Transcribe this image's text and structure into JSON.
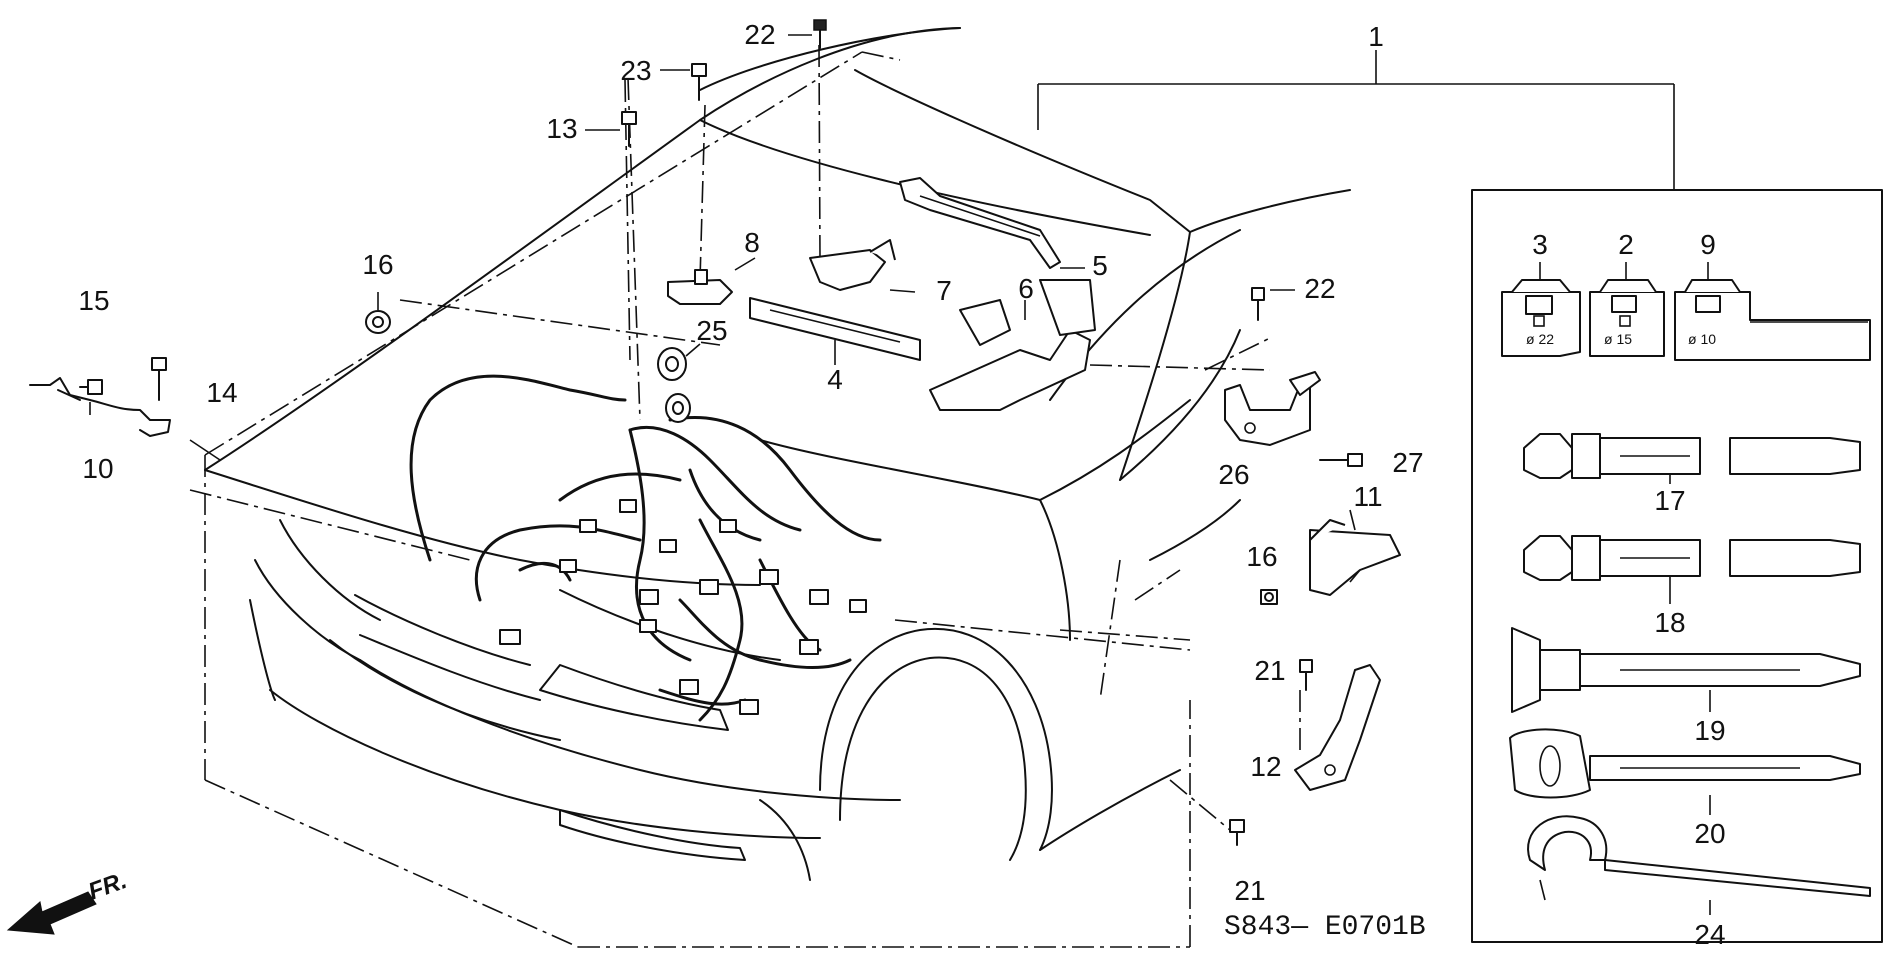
{
  "diagram_code": "S843— E0701B",
  "front_marker": "FR.",
  "callouts": {
    "c1": "1",
    "c2": "2",
    "c3": "3",
    "c4": "4",
    "c5": "5",
    "c6": "6",
    "c7": "7",
    "c8": "8",
    "c9": "9",
    "c10": "10",
    "c11": "11",
    "c12": "12",
    "c13": "13",
    "c14": "14",
    "c15": "15",
    "c16a": "16",
    "c16b": "16",
    "c17": "17",
    "c18": "18",
    "c19": "19",
    "c20": "20",
    "c21a": "21",
    "c21b": "21",
    "c22a": "22",
    "c22b": "22",
    "c23": "23",
    "c24": "24",
    "c25": "25",
    "c26": "26",
    "c27": "27"
  },
  "grommet_sizes": {
    "g3": "ø 22",
    "g2": "ø 15",
    "g9": "ø 10"
  }
}
